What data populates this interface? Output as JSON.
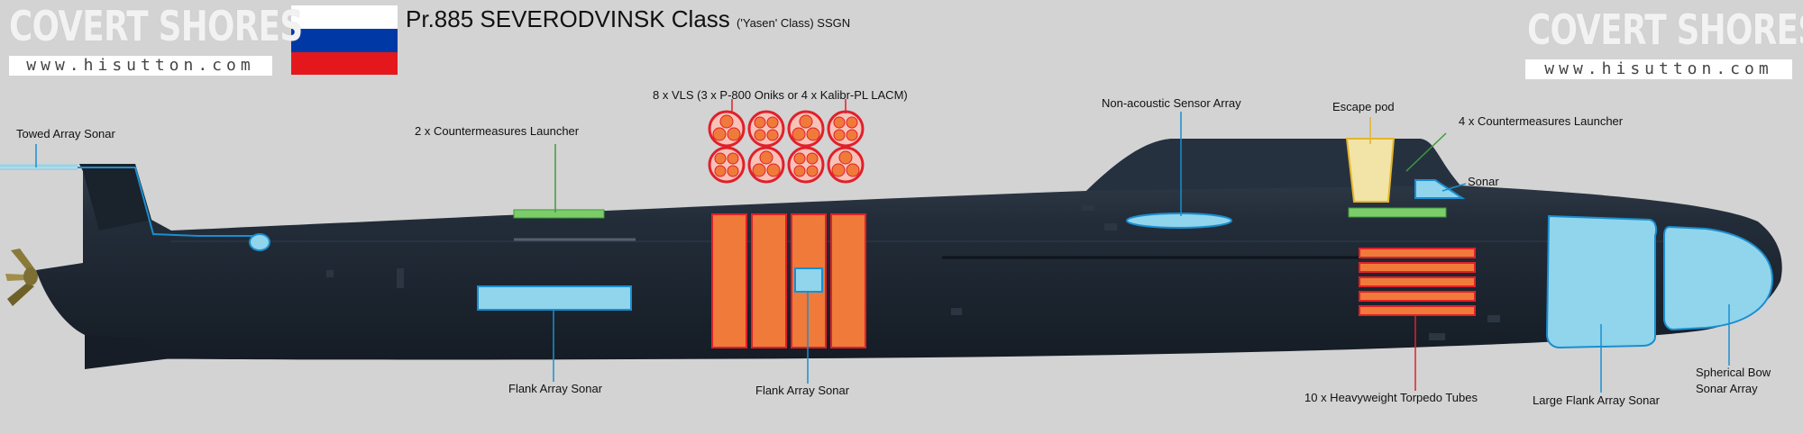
{
  "branding": {
    "logo_text": "COVERT SHORES",
    "url": "www.hisutton.com"
  },
  "title": {
    "main": "Pr.885 SEVERODVINSK Class",
    "sub": "('Yasen' Class) SSGN"
  },
  "flag": {
    "colors": [
      "#ffffff",
      "#0039a6",
      "#e4181c"
    ]
  },
  "colors": {
    "background": "#d3d3d3",
    "hull": "#1d2733",
    "sonar": "#90d5ec",
    "sonar_line": "#1a8ed0",
    "vls_tube": "#f07a3a",
    "vls_border": "#e0202a",
    "countermeasures": "#7ccd6a",
    "escape_pod": "#f2e3a6"
  },
  "labels": {
    "towed_array": "Towed Array Sonar",
    "countermeasures_aft": "2  x Countermeasures Launcher",
    "vls": "8 x VLS (3 x P-800 Oniks or 4 x Kalibr-PL LACM)",
    "non_acoustic": "Non-acoustic Sensor Array",
    "escape_pod": "Escape pod",
    "countermeasures_fwd": "4 x Countermeasures Launcher",
    "sonar": "Sonar",
    "flank_array_1": "Flank Array Sonar",
    "flank_array_2": "Flank Array Sonar",
    "torpedo_tubes": "10 x Heavyweight Torpedo Tubes",
    "large_flank_array": "Large Flank Array Sonar",
    "spherical_bow_line1": "Spherical Bow",
    "spherical_bow_line2": "Sonar Array"
  }
}
